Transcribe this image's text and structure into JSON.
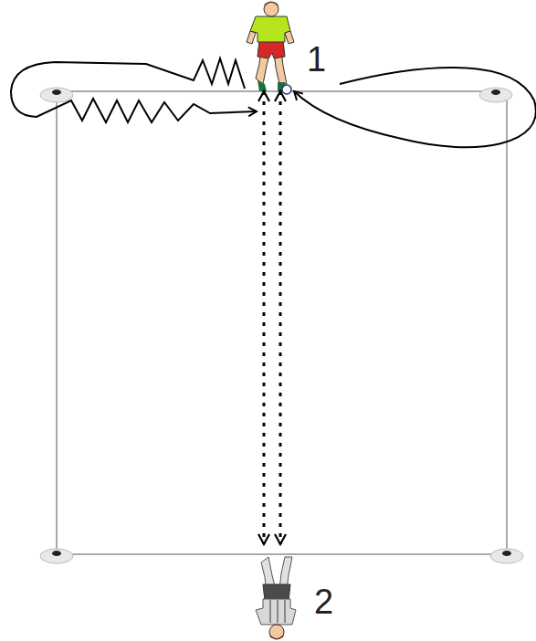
{
  "diagram": {
    "nodes": [
      {
        "text": [
          "1"
        ]
      },
      {
        "text": [
          "2"
        ]
      }
    ],
    "edges": [
      {
        "from": 0,
        "to": 1,
        "arrow": "both"
      },
      {
        "from": 0,
        "to": 1,
        "arrow": "both"
      }
    ],
    "labels": []
  }
}
